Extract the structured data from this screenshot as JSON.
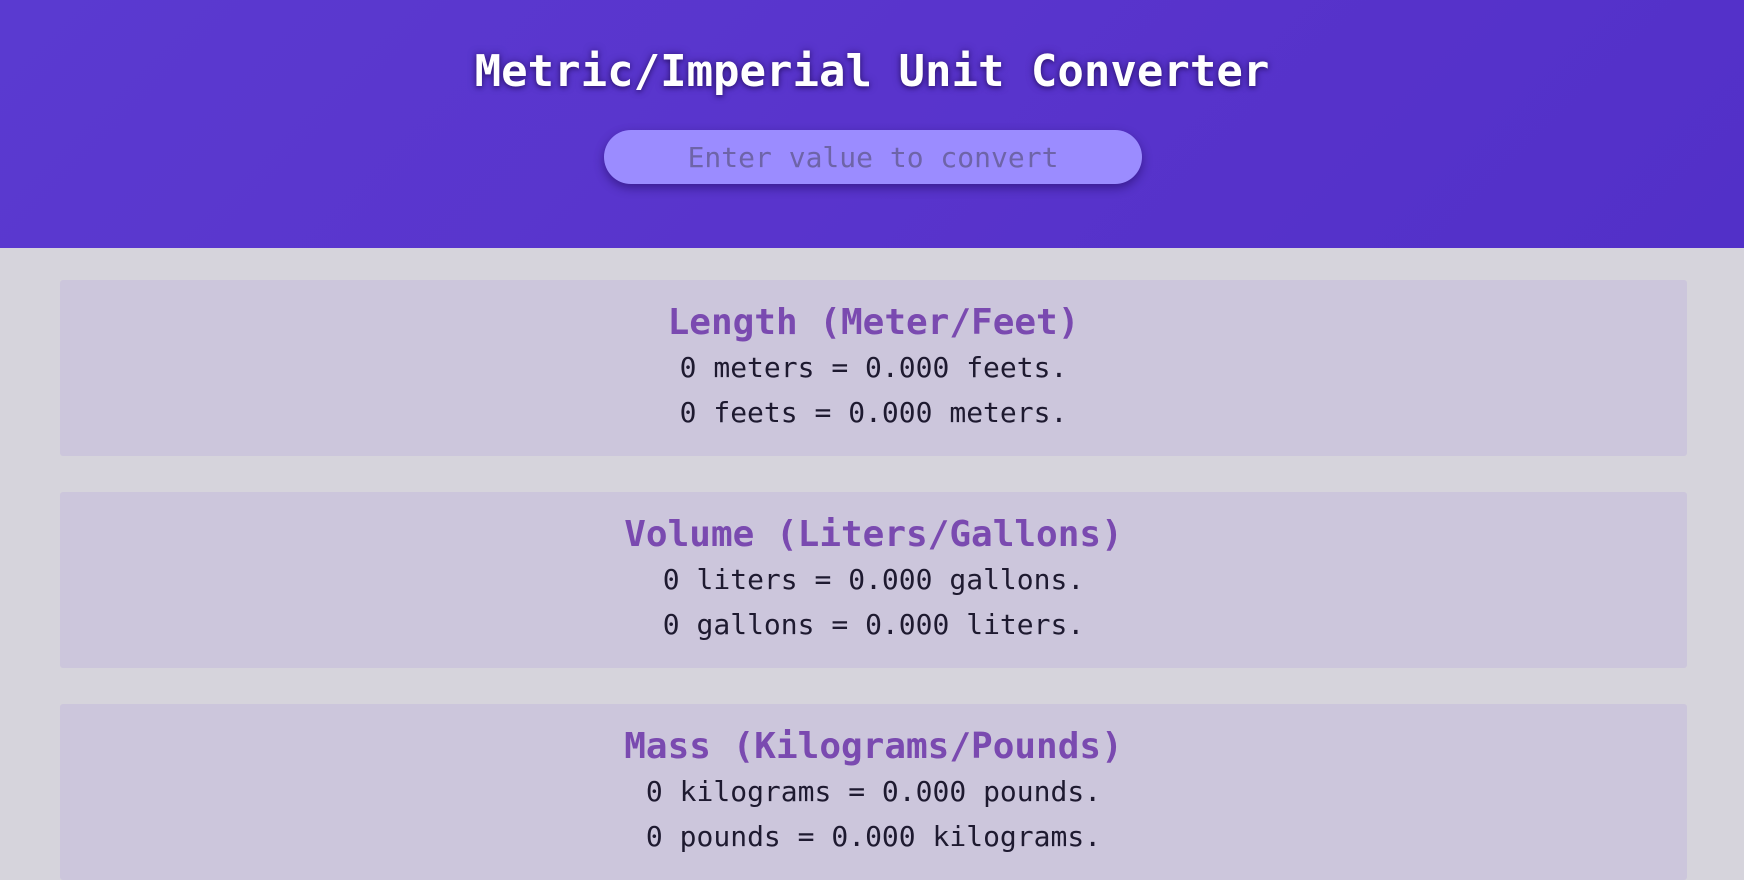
{
  "header": {
    "title": "Metric/Imperial Unit Converter",
    "input": {
      "placeholder": "Enter value to convert",
      "value": ""
    }
  },
  "cards": [
    {
      "title": "Length (Meter/Feet)",
      "line1": "0 meters = 0.000 feets.",
      "line2": "0 feets = 0.000 meters."
    },
    {
      "title": "Volume (Liters/Gallons)",
      "line1": "0 liters = 0.000 gallons.",
      "line2": "0 gallons = 0.000 liters."
    },
    {
      "title": "Mass (Kilograms/Pounds)",
      "line1": "0 kilograms = 0.000 pounds.",
      "line2": "0 pounds = 0.000 kilograms."
    }
  ],
  "colors": {
    "header_bg": "#5934cc",
    "input_bg": "#9b8cff",
    "page_bg": "#d6d4dc",
    "card_bg": "#ccc6dc",
    "card_title": "#7a4ab0",
    "card_text": "#1e1a30"
  }
}
